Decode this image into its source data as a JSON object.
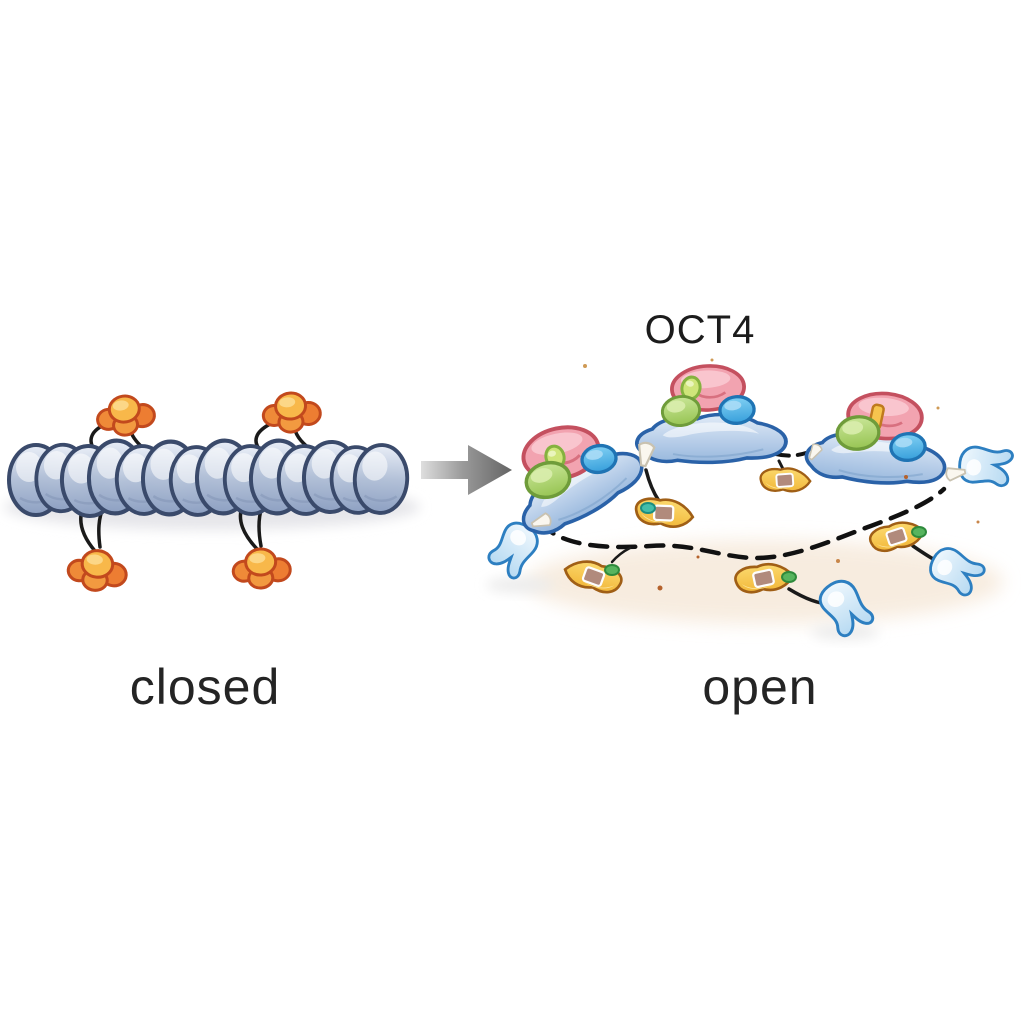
{
  "labels": {
    "oct4": "OCT4",
    "closed": "closed",
    "open": "open"
  },
  "colors": {
    "background": "#ffffff",
    "text": "#242424",
    "nucleosome_fill": "#aebdd4",
    "nucleosome_outline": "#3a4a6b",
    "nucleosome_shadow": "#e6e6ea",
    "modification_orange": "#f6ab3f",
    "modification_outline": "#c2491d",
    "tail_black": "#1a1a1a",
    "arrow_gray_light": "#d9d9d9",
    "arrow_gray_dark": "#676767",
    "complex_body_blue": "#b6cce6",
    "complex_body_outline": "#2a62a8",
    "oct4_pink": "#f2a3b0",
    "oct4_pink_outline": "#c4505f",
    "factor_green": "#a6d06a",
    "factor_green_outline": "#6f9c3a",
    "factor_blue": "#49ace4",
    "factor_blue_outline": "#1f74b4",
    "tf_yellow": "#f6c14a",
    "tf_yellow_outline": "#a05f16",
    "tf_center_mauve": "#b18a7c",
    "tf_accent_teal": "#43bdaa",
    "tf_accent_green": "#57b45e",
    "dna_dash_black": "#111111",
    "fork_light_blue": "#cde6f6",
    "fork_outline": "#2d7fc1",
    "open_shadow_peach": "#f6e9da"
  }
}
